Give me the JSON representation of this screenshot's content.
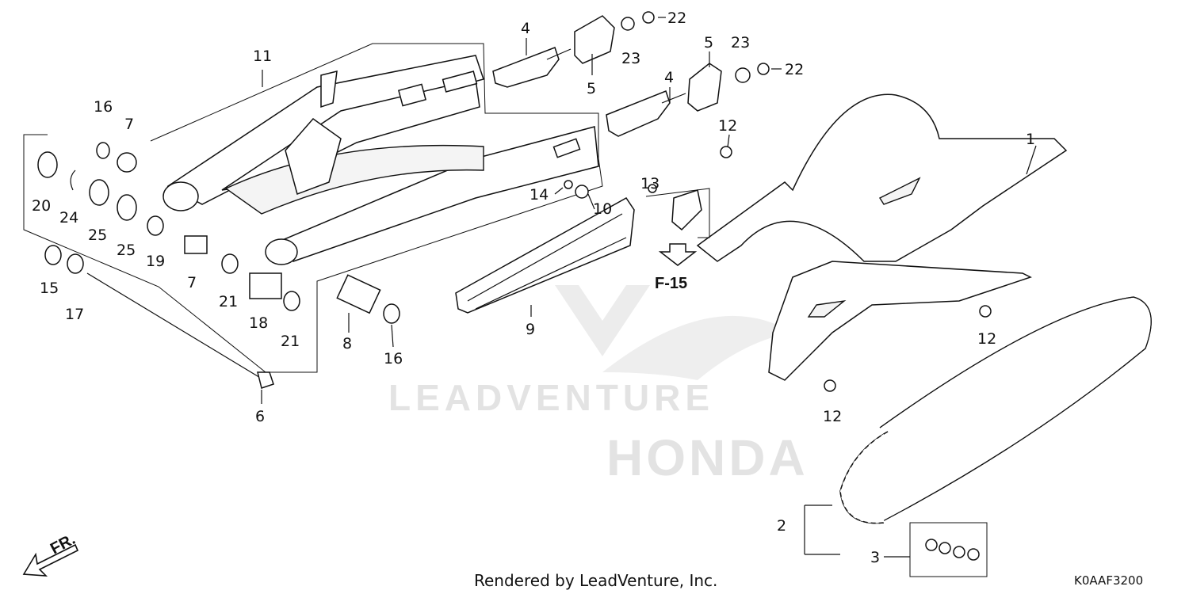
{
  "watermark": {
    "text": "LEADVENTURE",
    "brand": "HONDA"
  },
  "footer": {
    "rendered_by": "Rendered by LeadVenture, Inc.",
    "diagram_code": "K0AAF3200"
  },
  "direction": {
    "label": "FR."
  },
  "cross_reference": {
    "label": "F-15"
  },
  "callouts": {
    "c1": "1",
    "c2": "2",
    "c3": "3",
    "c4a": "4",
    "c4b": "4",
    "c5a": "5",
    "c5b": "5",
    "c6": "6",
    "c7a": "7",
    "c7b": "7",
    "c8": "8",
    "c9": "9",
    "c10": "10",
    "c11": "11",
    "c12a": "12",
    "c12b": "12",
    "c12c": "12",
    "c13": "13",
    "c14": "14",
    "c15": "15",
    "c16a": "16",
    "c16b": "16",
    "c17": "17",
    "c18": "18",
    "c19": "19",
    "c20": "20",
    "c21a": "21",
    "c21b": "21",
    "c22a": "22",
    "c22b": "22",
    "c23a": "23",
    "c23b": "23",
    "c24": "24",
    "c25a": "25",
    "c25b": "25"
  }
}
